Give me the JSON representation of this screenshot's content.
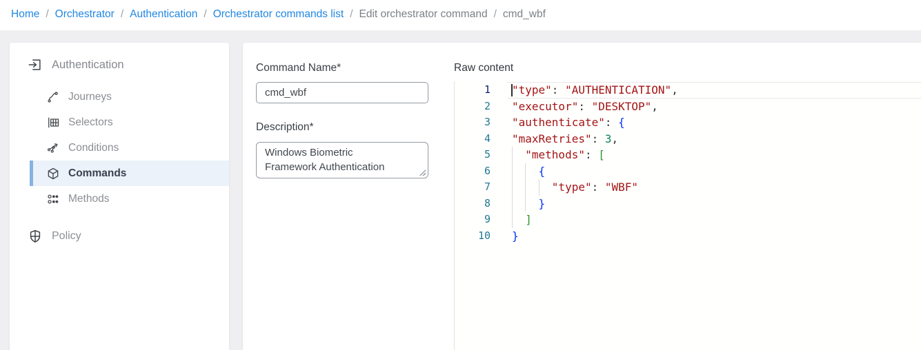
{
  "breadcrumb": {
    "separator": "/",
    "items": [
      {
        "label": "Home",
        "link": true
      },
      {
        "label": "Orchestrator",
        "link": true
      },
      {
        "label": "Authentication",
        "link": true
      },
      {
        "label": "Orchestrator commands list",
        "link": true
      },
      {
        "label": "Edit orchestrator command",
        "link": false
      },
      {
        "label": "cmd_wbf",
        "link": false
      }
    ]
  },
  "sidebar": {
    "header": {
      "label": "Authentication",
      "icon": "authentication-icon"
    },
    "items": [
      {
        "id": "journeys",
        "label": "Journeys",
        "icon": "journeys-icon",
        "active": false
      },
      {
        "id": "selectors",
        "label": "Selectors",
        "icon": "selectors-icon",
        "active": false
      },
      {
        "id": "conditions",
        "label": "Conditions",
        "icon": "conditions-icon",
        "active": false
      },
      {
        "id": "commands",
        "label": "Commands",
        "icon": "commands-icon",
        "active": true
      },
      {
        "id": "methods",
        "label": "Methods",
        "icon": "methods-icon",
        "active": false
      }
    ],
    "footer_items": [
      {
        "id": "policy",
        "label": "Policy",
        "icon": "policy-icon",
        "active": false
      }
    ]
  },
  "form": {
    "command_name_label": "Command Name*",
    "command_name_value": "cmd_wbf",
    "description_label": "Description*",
    "description_value": "Windows Biometric\nFramework Authentication"
  },
  "editor": {
    "label": "Raw content",
    "active_line": 1,
    "lines": [
      {
        "n": 1,
        "current": true,
        "cursor": true,
        "guides": [],
        "tokens": [
          [
            "\"type\"",
            "key"
          ],
          [
            ": ",
            "pun"
          ],
          [
            "\"AUTHENTICATION\"",
            "str"
          ],
          [
            ",",
            "pun"
          ]
        ]
      },
      {
        "n": 2,
        "guides": [],
        "tokens": [
          [
            "\"executor\"",
            "key"
          ],
          [
            ": ",
            "pun"
          ],
          [
            "\"DESKTOP\"",
            "str"
          ],
          [
            ",",
            "pun"
          ]
        ]
      },
      {
        "n": 3,
        "guides": [],
        "tokens": [
          [
            "\"authenticate\"",
            "key"
          ],
          [
            ": ",
            "pun"
          ],
          [
            "{",
            "b1"
          ]
        ]
      },
      {
        "n": 4,
        "guides": [],
        "tokens": [
          [
            "\"maxRetries\"",
            "key"
          ],
          [
            ": ",
            "pun"
          ],
          [
            "3",
            "num"
          ],
          [
            ",",
            "pun"
          ]
        ]
      },
      {
        "n": 5,
        "guides": [
          0
        ],
        "tokens": [
          [
            "  ",
            "ws"
          ],
          [
            "\"methods\"",
            "key"
          ],
          [
            ": ",
            "pun"
          ],
          [
            "[",
            "b2"
          ]
        ]
      },
      {
        "n": 6,
        "guides": [
          0,
          2
        ],
        "tokens": [
          [
            "    ",
            "ws"
          ],
          [
            "{",
            "b1"
          ]
        ]
      },
      {
        "n": 7,
        "guides": [
          0,
          2,
          4
        ],
        "tokens": [
          [
            "      ",
            "ws"
          ],
          [
            "\"type\"",
            "key"
          ],
          [
            ": ",
            "pun"
          ],
          [
            "\"WBF\"",
            "str"
          ]
        ]
      },
      {
        "n": 8,
        "guides": [
          0,
          2
        ],
        "tokens": [
          [
            "    ",
            "ws"
          ],
          [
            "}",
            "b1"
          ]
        ]
      },
      {
        "n": 9,
        "guides": [
          0
        ],
        "tokens": [
          [
            "  ",
            "ws"
          ],
          [
            "]",
            "b2"
          ]
        ]
      },
      {
        "n": 10,
        "guides": [],
        "tokens": [
          [
            "}",
            "b1"
          ]
        ]
      }
    ]
  },
  "colors": {
    "link_blue": "#2287e2",
    "accent_bar": "#85b3e2",
    "active_bg": "#ebf2f9",
    "code_key": "#a31515",
    "code_str": "#a31515",
    "code_num": "#098658",
    "code_b1": "#0431fa",
    "code_b2": "#319331",
    "line_number": "#237893",
    "line_number_active": "#0b216f"
  }
}
